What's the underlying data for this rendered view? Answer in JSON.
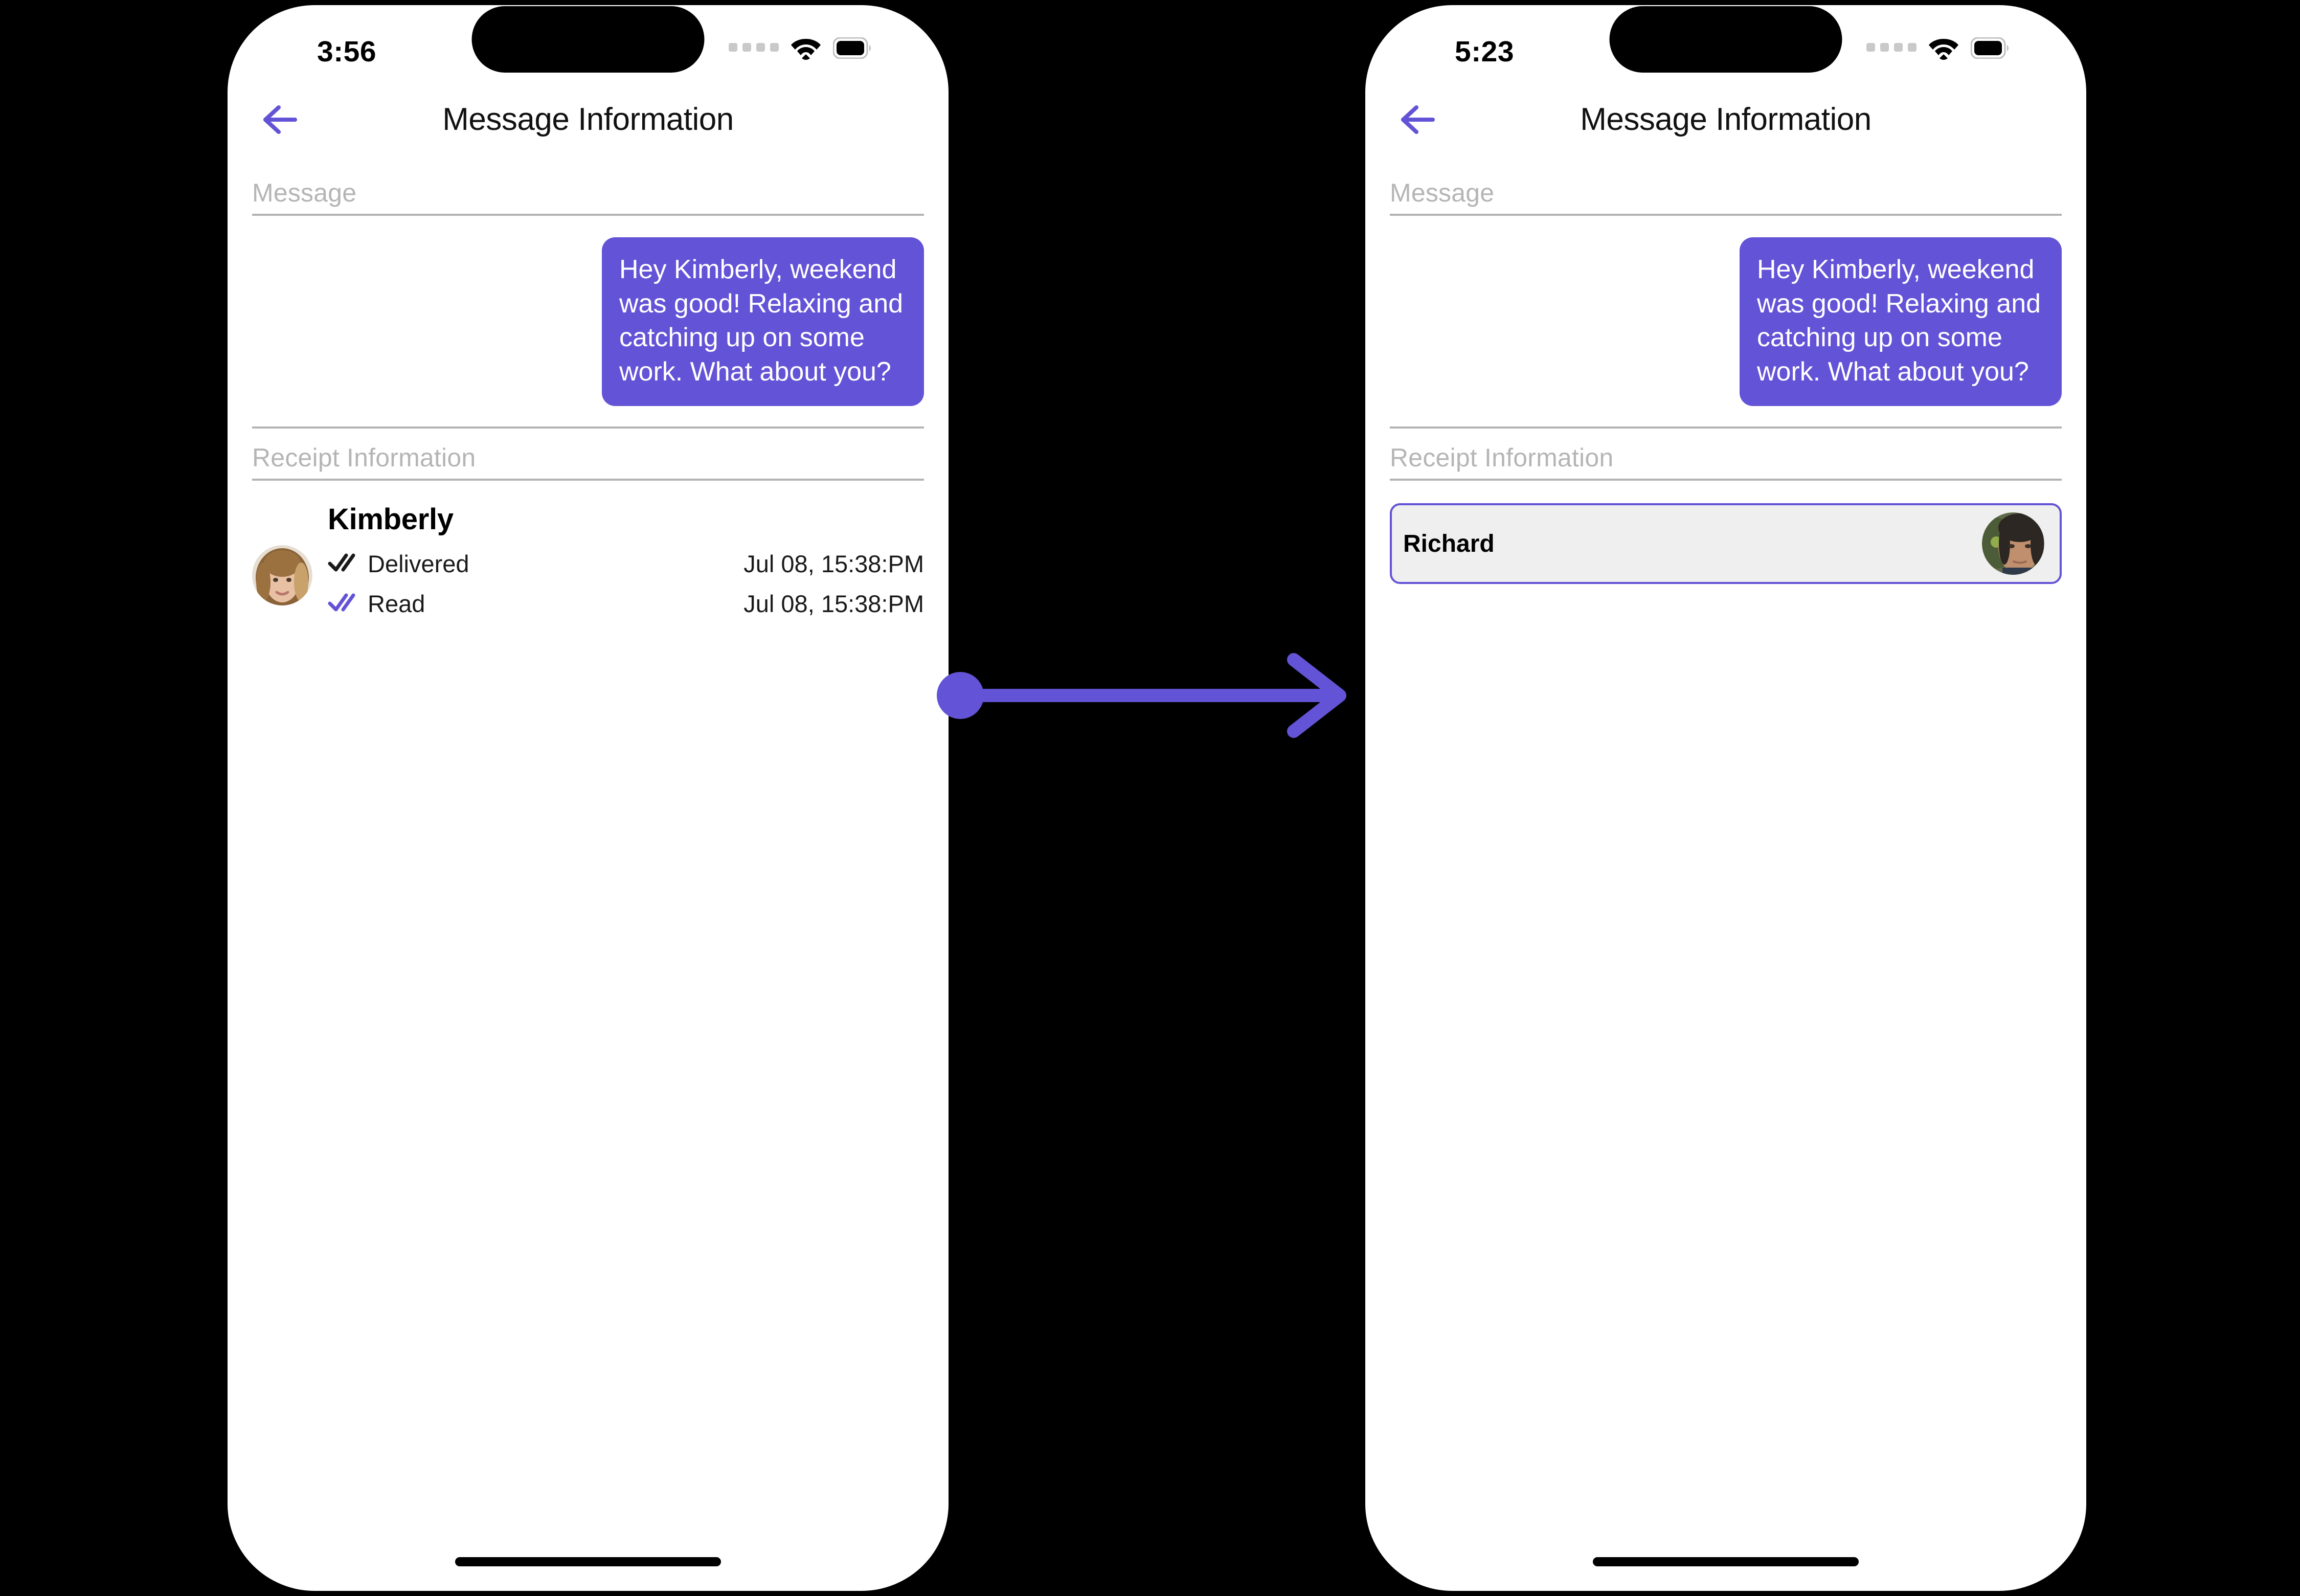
{
  "accent_color": "#6353d6",
  "background_color": "#000000",
  "screens": [
    {
      "id": "before",
      "status_bar": {
        "time": "3:56"
      },
      "nav": {
        "title": "Message Information",
        "back_icon": "arrow-left-icon"
      },
      "sections": {
        "message_label": "Message",
        "receipt_label": "Receipt Information"
      },
      "message": {
        "text": "Hey Kimberly, weekend was good!  Relaxing and catching up on some work. What about you?",
        "direction": "outgoing"
      },
      "receipt": {
        "name": "Kimberly",
        "avatar": "kimberly-avatar",
        "rows": [
          {
            "icon": "double-check-icon",
            "icon_color": "#1a1a1a",
            "status": "Delivered",
            "time": "Jul 08, 15:38:PM"
          },
          {
            "icon": "double-check-icon",
            "icon_color": "#6353d6",
            "status": "Read",
            "time": "Jul 08, 15:38:PM"
          }
        ]
      }
    },
    {
      "id": "after",
      "status_bar": {
        "time": "5:23"
      },
      "nav": {
        "title": "Message Information",
        "back_icon": "arrow-left-icon"
      },
      "sections": {
        "message_label": "Message",
        "receipt_label": "Receipt Information"
      },
      "message": {
        "text": "Hey Kimberly, weekend was good!  Relaxing and catching up on some work. What about you?",
        "direction": "outgoing"
      },
      "recipient_card": {
        "name": "Richard",
        "avatar": "richard-avatar",
        "selected": true
      }
    }
  ],
  "connector": {
    "type": "arrow-right",
    "color": "#6353d6"
  }
}
